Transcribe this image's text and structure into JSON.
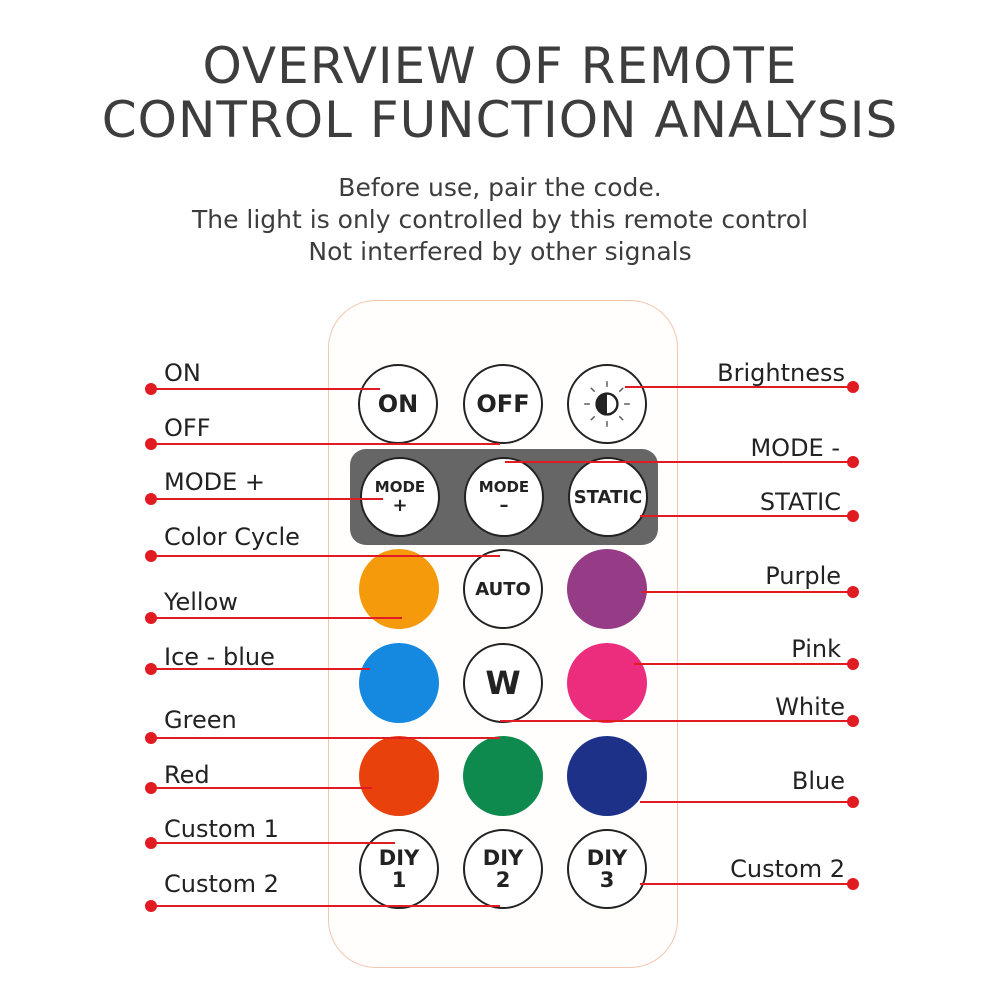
{
  "header": {
    "title_line1": "OVERVIEW OF REMOTE",
    "title_line2": "CONTROL FUNCTION ANALYSIS",
    "subtitle_line1": "Before use, pair the code.",
    "subtitle_line2": "The light is only controlled by this remote control",
    "subtitle_line3": "Not interfered by other signals"
  },
  "buttons": {
    "on": "ON",
    "off": "OFF",
    "mode_plus_top": "MODE",
    "mode_plus_bottom": "+",
    "mode_minus_top": "MODE",
    "mode_minus_bottom": "–",
    "static": "STATIC",
    "auto": "AUTO",
    "w": "W",
    "diy": "DIY",
    "diy1_num": "1",
    "diy2_num": "2",
    "diy3_num": "3"
  },
  "button_colors": {
    "yellow": "#f59a0a",
    "purple": "#963b86",
    "ice_blue": "#1588e0",
    "pink": "#ec2d7e",
    "red": "#e8410c",
    "green": "#0e8a4e",
    "blue": "#1d3189"
  },
  "callouts_left": [
    "ON",
    "OFF",
    "MODE +",
    "Color Cycle",
    "Yellow",
    "Ice - blue",
    "Green",
    "Red",
    "Custom 1",
    "Custom 2"
  ],
  "callouts_right": [
    "Brightness",
    "MODE -",
    "STATIC",
    "Purple",
    "Pink",
    "White",
    "Blue",
    "Custom 2"
  ],
  "colors": {
    "leader_line": "#e11b22",
    "text": "#222222",
    "title": "#3d3d3d",
    "remote_border": "#f3c6ae",
    "mode_panel": "#666666"
  }
}
